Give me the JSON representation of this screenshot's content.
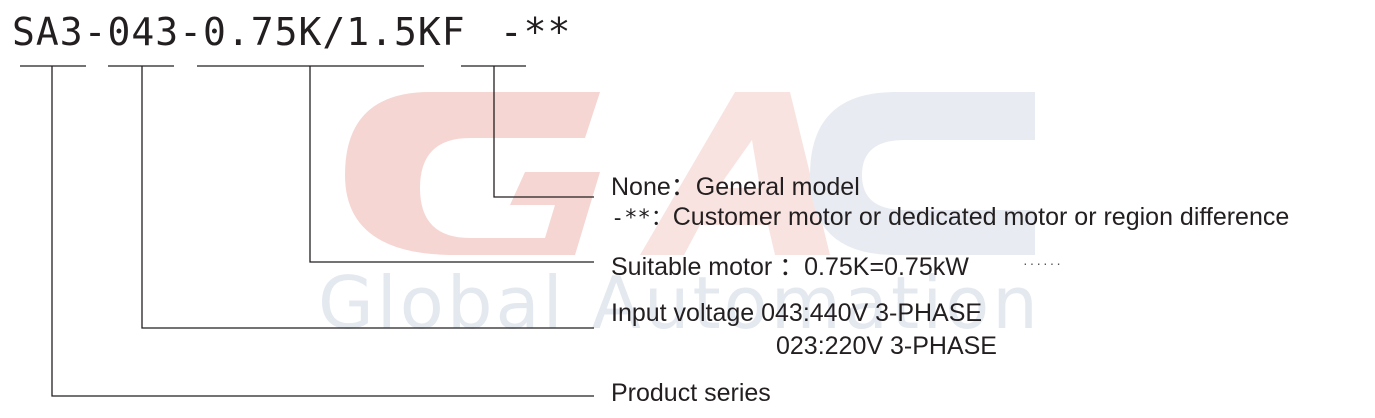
{
  "model_code": {
    "main": "SA3-043-0.75K/1.5KF",
    "suffix": "-**"
  },
  "watermark": {
    "brand": "GAC",
    "tagline": "Global Automation",
    "colors": {
      "g": "#f4d4d0",
      "a": "#f7e0dd",
      "c": "#e9edf3",
      "tagline": "#e3e8ef"
    }
  },
  "legend": {
    "none_key": "None：",
    "none_desc": "General model",
    "custom_key": "-**：",
    "custom_desc": "Customer motor or dedicated motor or region difference",
    "motor": "Suitable motor ：0.75K=0.75kW",
    "motor_more": "······",
    "voltage_1": "Input voltage 043:440V 3-PHASE",
    "voltage_2": "023:220V 3-PHASE",
    "series": "Product series"
  }
}
